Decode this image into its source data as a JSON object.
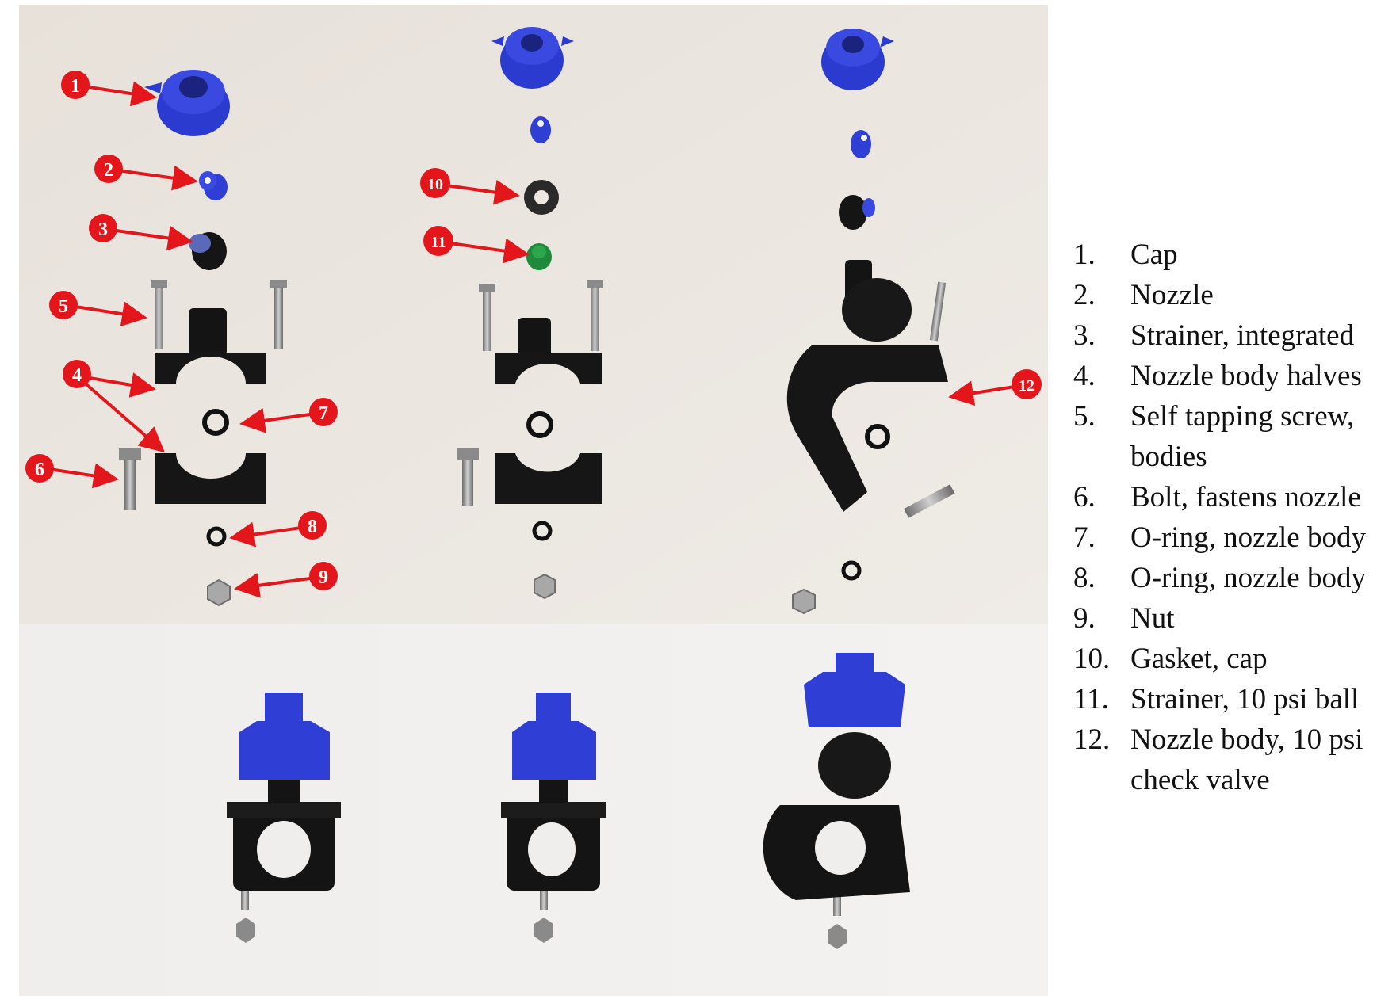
{
  "photo": {
    "top_panel_parts": [
      {
        "tag": "1"
      },
      {
        "tag": "2"
      },
      {
        "tag": "3"
      },
      {
        "tag": "4"
      },
      {
        "tag": "5"
      },
      {
        "tag": "6"
      },
      {
        "tag": "7"
      },
      {
        "tag": "8"
      },
      {
        "tag": "9"
      },
      {
        "tag": "10"
      },
      {
        "tag": "11"
      },
      {
        "tag": "12"
      }
    ]
  },
  "legend": {
    "items": [
      {
        "num": "1.",
        "text": "Cap"
      },
      {
        "num": "2.",
        "text": "Nozzle"
      },
      {
        "num": "3.",
        "text": "Strainer, integrated"
      },
      {
        "num": "4.",
        "text": "Nozzle body halves"
      },
      {
        "num": "5.",
        "text": "Self tapping screw,"
      },
      {
        "num": "",
        "text": "bodies"
      },
      {
        "num": "6.",
        "text": "Bolt, fastens nozzle"
      },
      {
        "num": "7.",
        "text": "O-ring, nozzle body"
      },
      {
        "num": "8.",
        "text": "O-ring, nozzle body"
      },
      {
        "num": "9.",
        "text": "Nut"
      },
      {
        "num": "10.",
        "text": "Gasket, cap"
      },
      {
        "num": "11.",
        "text": "Strainer, 10 psi ball"
      },
      {
        "num": "12.",
        "text": "Nozzle body, 10 psi"
      },
      {
        "num": "",
        "text": "check valve"
      }
    ]
  },
  "colors": {
    "background_top": "#ece7e1",
    "background_bottom": "#f2f0ee",
    "callout_red": "#e3161c",
    "part_blue": "#2f3fd6",
    "part_black": "#141414",
    "part_green": "#1f8a3b",
    "steel": "#9a9a9a"
  }
}
